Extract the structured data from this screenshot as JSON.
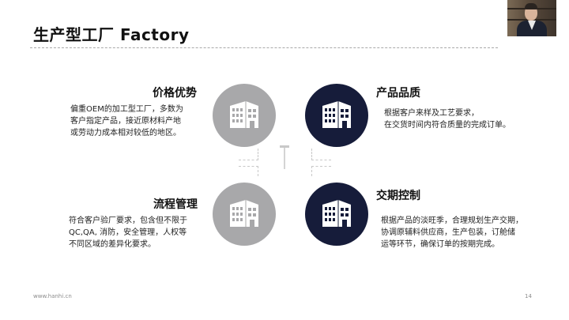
{
  "slide": {
    "title": "生产型工厂  Factory",
    "footer_url": "www.hanhi.cn",
    "page_number": "14",
    "colors": {
      "gray_circle": "#a8a8aa",
      "navy_circle": "#161c3a"
    }
  },
  "quadrants": {
    "price": {
      "heading": "价格优势",
      "lines": [
        "偏重OEM的加工型工厂，多数为",
        "客户指定产品，接近原材料产地",
        "或劳动力成本相对较低的地区。"
      ],
      "icon": "building-icon"
    },
    "quality": {
      "heading": "产品品质",
      "lines": [
        "根据客户来样及工艺要求，",
        "在交货时间内符合质量的完成订单。"
      ],
      "icon": "building-icon"
    },
    "process": {
      "heading": "流程管理",
      "lines": [
        "符合客户验厂要求，包含但不限于",
        "QC,QA, 消防，安全管理，人权等",
        "不同区域的差异化要求。"
      ],
      "icon": "building-icon"
    },
    "delivery": {
      "heading": "交期控制",
      "lines": [
        "根据产品的淡旺季，合理规划生产交期，",
        "协调原辅料供应商，生产包装，订舱储",
        "运等环节，确保订单的按期完成。"
      ],
      "icon": "building-icon"
    }
  }
}
